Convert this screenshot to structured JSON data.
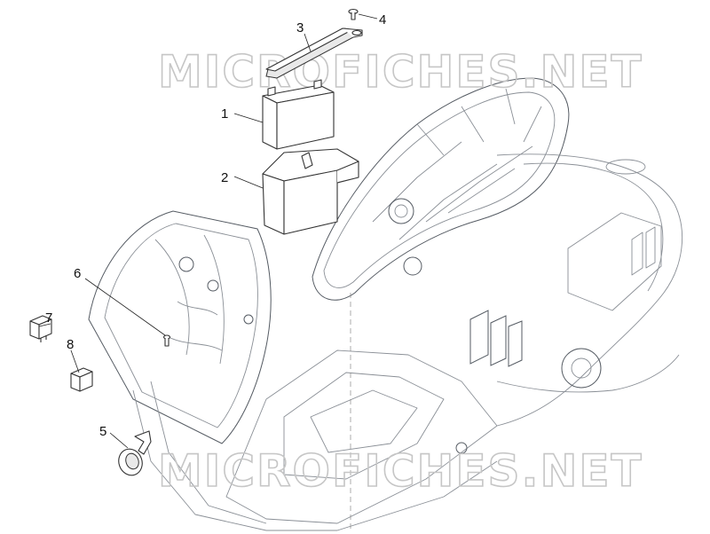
{
  "watermark": {
    "text": "MICROFICHES.NET"
  },
  "callouts": [
    "1",
    "2",
    "3",
    "4",
    "5",
    "6",
    "7",
    "8"
  ],
  "parts": {
    "battery": "battery-icon",
    "battery_holder": "battery-holder-icon",
    "battery_strap": "battery-strap-icon",
    "screw": "screw-icon",
    "horn": "horn-icon",
    "fastener": "fastener-icon",
    "relay_a": "relay-icon",
    "relay_b": "relay-icon",
    "scooter_body": "scooter-body-icon"
  },
  "colors": {
    "line": "#333333",
    "body_line": "#8a8f96",
    "watermark": "#c6c6c6"
  }
}
